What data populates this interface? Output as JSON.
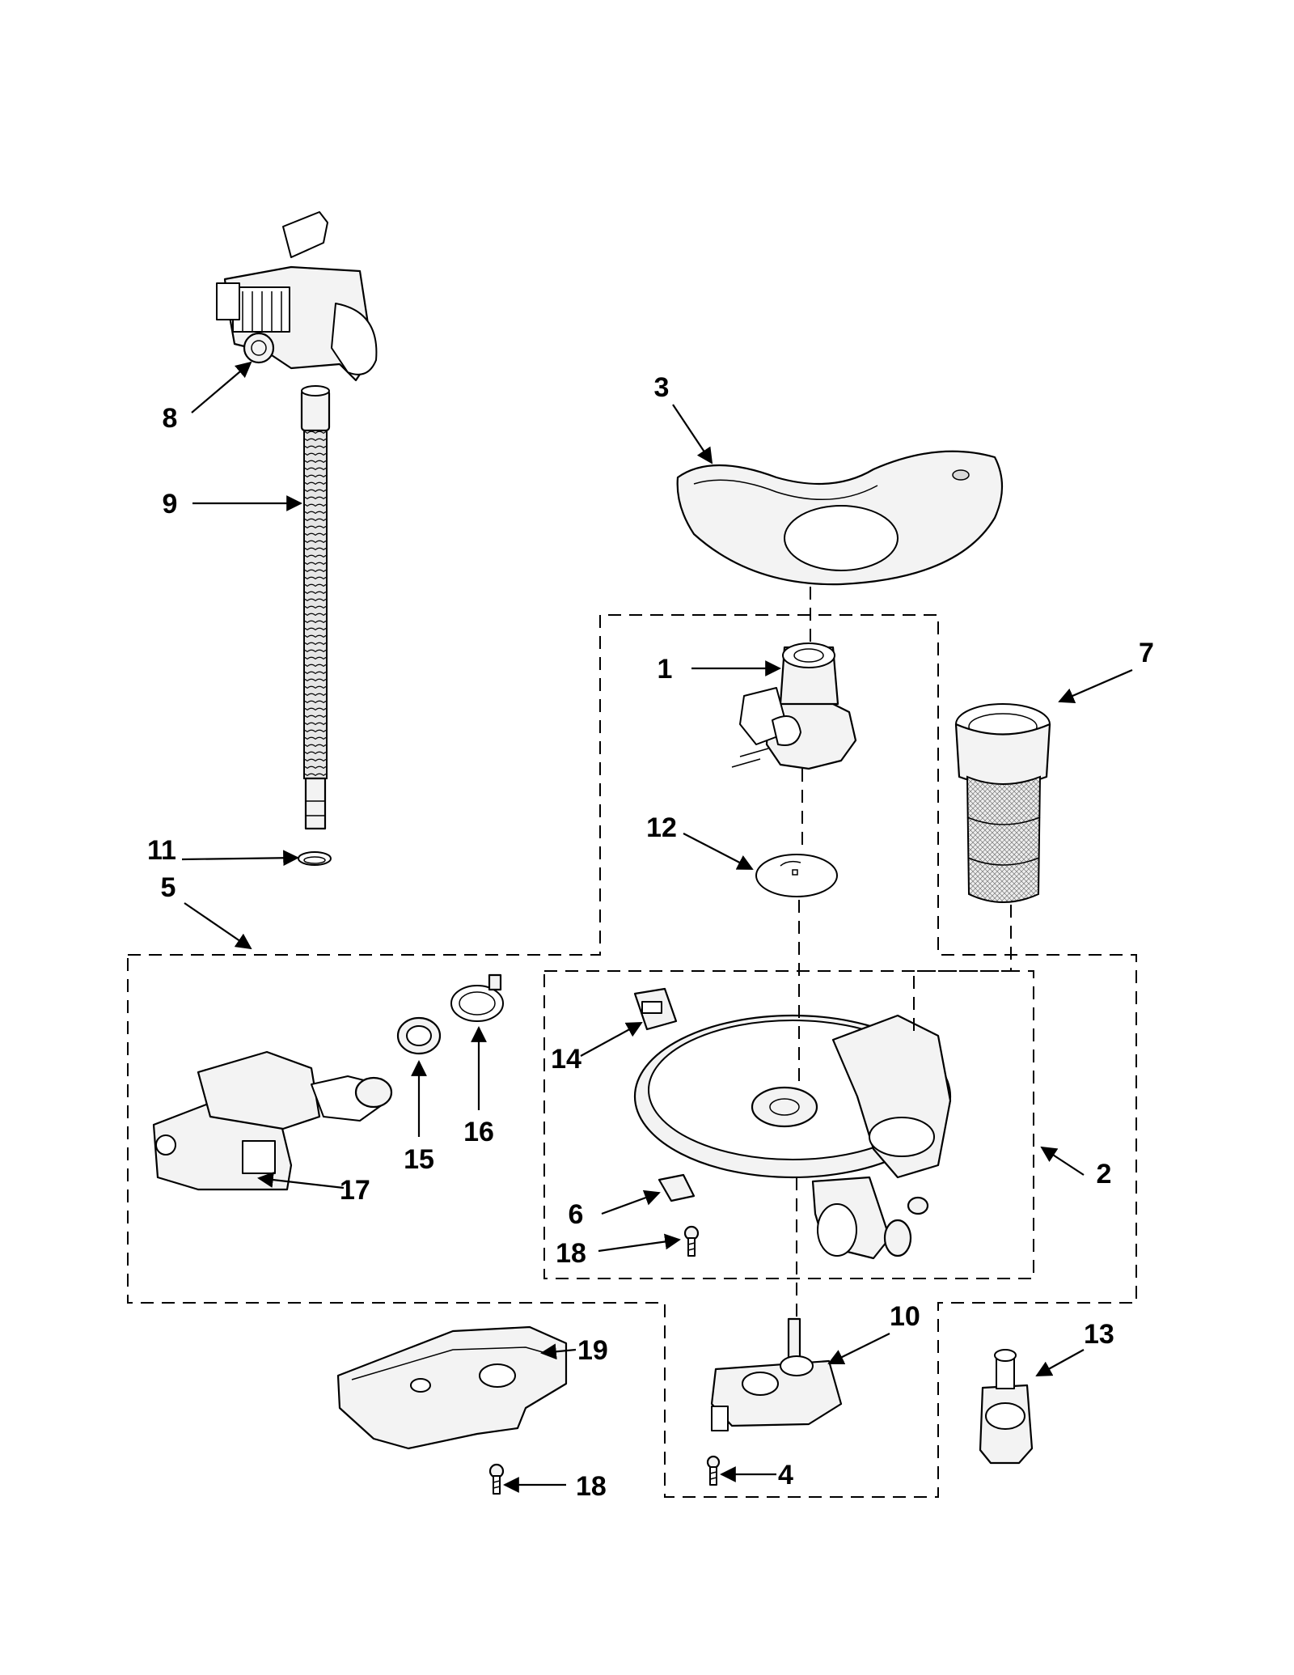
{
  "diagram": {
    "callouts": [
      "1",
      "2",
      "3",
      "4",
      "5",
      "6",
      "7",
      "8",
      "9",
      "10",
      "11",
      "12",
      "13",
      "14",
      "15",
      "16",
      "17",
      "18",
      "18",
      "19"
    ]
  }
}
